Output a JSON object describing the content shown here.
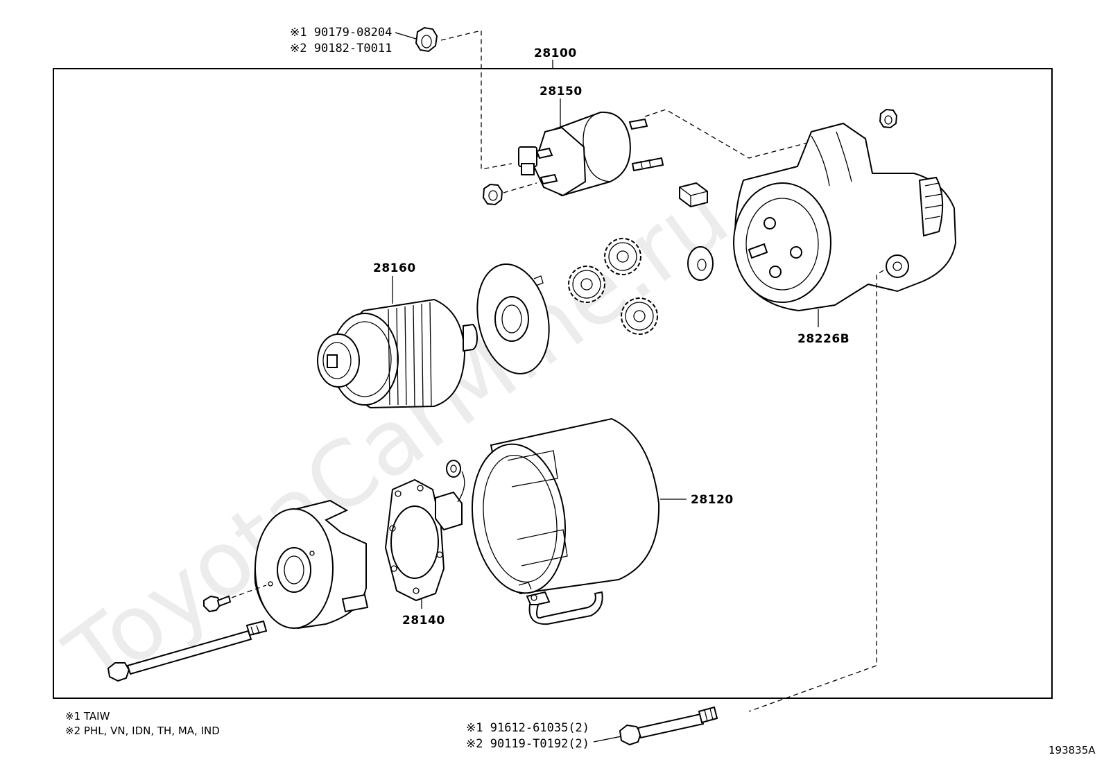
{
  "watermark": "ToyotaCarMine.ru",
  "assembly_number": "28100",
  "parts": {
    "solenoid": "28150",
    "armature": "28160",
    "housing": "28226B",
    "yoke": "28120",
    "brush_holder": "28140"
  },
  "callouts_top": [
    {
      "mark": "※1",
      "number": "90179-08204"
    },
    {
      "mark": "※2",
      "number": "90182-T0011"
    }
  ],
  "callouts_bottom": [
    {
      "mark": "※1",
      "number": "91612-61035(2)"
    },
    {
      "mark": "※2",
      "number": "90119-T0192(2)"
    }
  ],
  "notes": [
    {
      "mark": "※1",
      "text": "TAIW"
    },
    {
      "mark": "※2",
      "text": "PHL, VN, IDN, TH, MA, IND"
    }
  ],
  "figure_id": "193835A"
}
